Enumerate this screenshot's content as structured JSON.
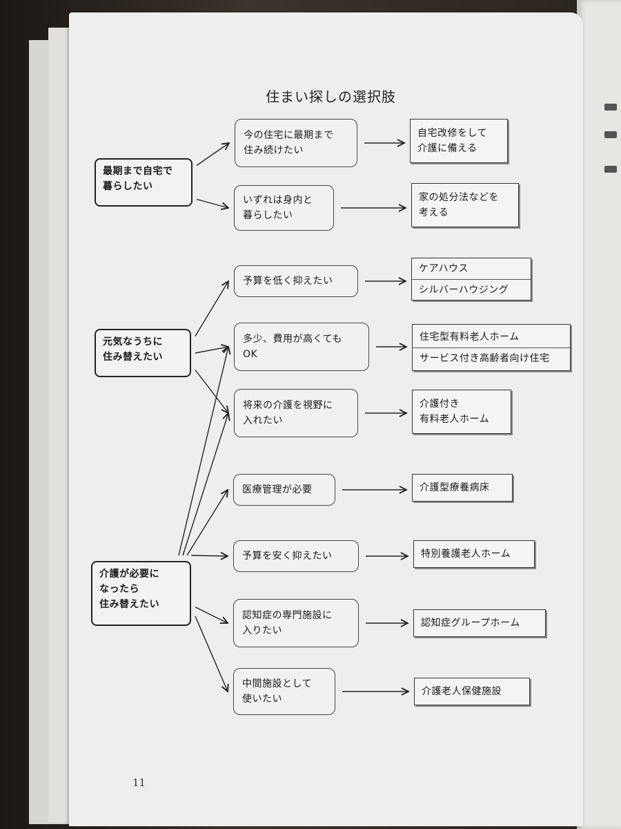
{
  "title": "住まい探しの選択肢",
  "page_number": "11",
  "categories": [
    {
      "id": "c1",
      "label": "最期まで自宅で\n暮らしたい"
    },
    {
      "id": "c2",
      "label": "元気なうちに\n住み替えたい"
    },
    {
      "id": "c3",
      "label": "介護が必要に\nなったら\n住み替えたい"
    }
  ],
  "options": [
    {
      "id": "m1",
      "label": "今の住宅に最期まで\n住み続けたい"
    },
    {
      "id": "m2",
      "label": "いずれは身内と\n暮らしたい"
    },
    {
      "id": "m3",
      "label": "予算を低く抑えたい"
    },
    {
      "id": "m4",
      "label": "多少、費用が高くても\nOK"
    },
    {
      "id": "m5",
      "label": "将来の介護を視野に\n入れたい"
    },
    {
      "id": "m6",
      "label": "医療管理が必要"
    },
    {
      "id": "m7",
      "label": "予算を安く抑えたい"
    },
    {
      "id": "m8",
      "label": "認知症の専門施設に\n入りたい"
    },
    {
      "id": "m9",
      "label": "中間施設として\n使いたい"
    }
  ],
  "results": [
    {
      "id": "r1",
      "lines": [
        "自宅改修をして\n介護に備える"
      ]
    },
    {
      "id": "r2",
      "lines": [
        "家の処分法などを\n考える"
      ]
    },
    {
      "id": "r3",
      "lines": [
        "ケアハウス",
        "シルバーハウジング"
      ]
    },
    {
      "id": "r4",
      "lines": [
        "住宅型有料老人ホーム",
        "サービス付き高齢者向け住宅"
      ]
    },
    {
      "id": "r5",
      "lines": [
        "介護付き\n有料老人ホーム"
      ]
    },
    {
      "id": "r6",
      "lines": [
        "介護型療養病床"
      ]
    },
    {
      "id": "r7",
      "lines": [
        "特別養護老人ホーム"
      ]
    },
    {
      "id": "r8",
      "lines": [
        "認知症グループホーム"
      ]
    },
    {
      "id": "r9",
      "lines": [
        "介護老人保健施設"
      ]
    }
  ],
  "edges": [
    [
      "c1",
      "m1"
    ],
    [
      "c1",
      "m2"
    ],
    [
      "c2",
      "m3"
    ],
    [
      "c2",
      "m4"
    ],
    [
      "c2",
      "m5"
    ],
    [
      "c3",
      "m4"
    ],
    [
      "c3",
      "m5"
    ],
    [
      "c3",
      "m6"
    ],
    [
      "c3",
      "m7"
    ],
    [
      "c3",
      "m8"
    ],
    [
      "c3",
      "m9"
    ],
    [
      "m1",
      "r1"
    ],
    [
      "m2",
      "r2"
    ],
    [
      "m3",
      "r3"
    ],
    [
      "m4",
      "r4"
    ],
    [
      "m5",
      "r5"
    ],
    [
      "m6",
      "r6"
    ],
    [
      "m7",
      "r7"
    ],
    [
      "m8",
      "r8"
    ],
    [
      "m9",
      "r9"
    ]
  ],
  "colors": {
    "line": "#222222",
    "page": "#eeeeec"
  }
}
